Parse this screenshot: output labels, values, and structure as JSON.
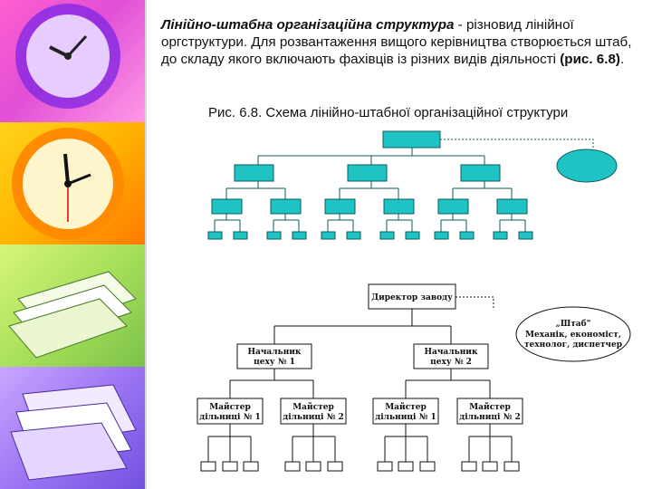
{
  "body": {
    "italic_term": "Лінійно-штабна організаційна структура",
    "definition_rest": " - різновид лінійної оргструктури. Для розвантаження вищого керівництва створюється штаб, до складу якого включають фахівців із різних видів діяльності ",
    "figure_ref": "(рис. 6.8)",
    "trailing": "."
  },
  "figure": {
    "caption": "Рис. 6.8. Схема лінійно-штабної організаційної структури"
  },
  "diagram2": {
    "director_label": "Директор заводу",
    "staff_label_1": "„Штаб\"",
    "staff_label_2": "Механік, економіст,",
    "staff_label_3": "технолог, диспетчер",
    "chief1_line1": "Начальник",
    "chief1_line2": "цеху № 1",
    "chief2_line1": "Начальник",
    "chief2_line2": "цеху № 2",
    "m1_line1": "Майстер",
    "m1_line2": "дільниці № 1",
    "m2_line1": "Майстер",
    "m2_line2": "дільниці № 2",
    "m3_line1": "Майстер",
    "m3_line2": "дільниці № 1",
    "m4_line1": "Майстер",
    "m4_line2": "дільниці № 2"
  },
  "colors": {
    "box_fill": "#1fc3c3",
    "box_stroke": "#0a5e5e"
  }
}
